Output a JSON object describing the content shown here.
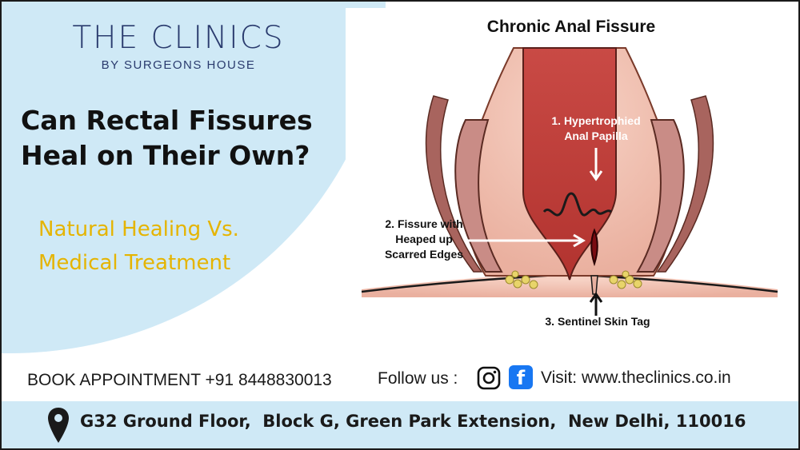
{
  "brand": {
    "name": "THE CLINICS",
    "tagline": "BY SURGEONS HOUSE"
  },
  "headline": {
    "line1": "Can Rectal Fissures",
    "line2": "Heal on Their Own?"
  },
  "subheadline": {
    "line1": "Natural Healing Vs.",
    "line2": "Medical Treatment"
  },
  "illustration": {
    "title": "Chronic Anal Fissure",
    "label1_line1": "1. Hypertrophied",
    "label1_line2": "Anal Papilla",
    "label2_line1": "2. Fissure with",
    "label2_line2": "Heaped up",
    "label2_line3": "Scarred Edges",
    "label3": "3. Sentinel Skin Tag"
  },
  "contact": {
    "book": "BOOK APPOINTMENT +91 8448830013",
    "follow": "Follow us :",
    "visit": "Visit: www.theclinics.co.in",
    "address": "G32 Ground Floor,  Block G, Green Park Extension,  New Delhi, 110016"
  },
  "icons": {
    "instagram": "instagram-icon",
    "facebook": "facebook-icon",
    "location": "location-pin-icon"
  },
  "colors": {
    "panel_blue": "#cfe9f6",
    "brand_navy": "#2a3b6e",
    "subhead_yellow": "#e5b400",
    "facebook_blue": "#1877f2"
  }
}
